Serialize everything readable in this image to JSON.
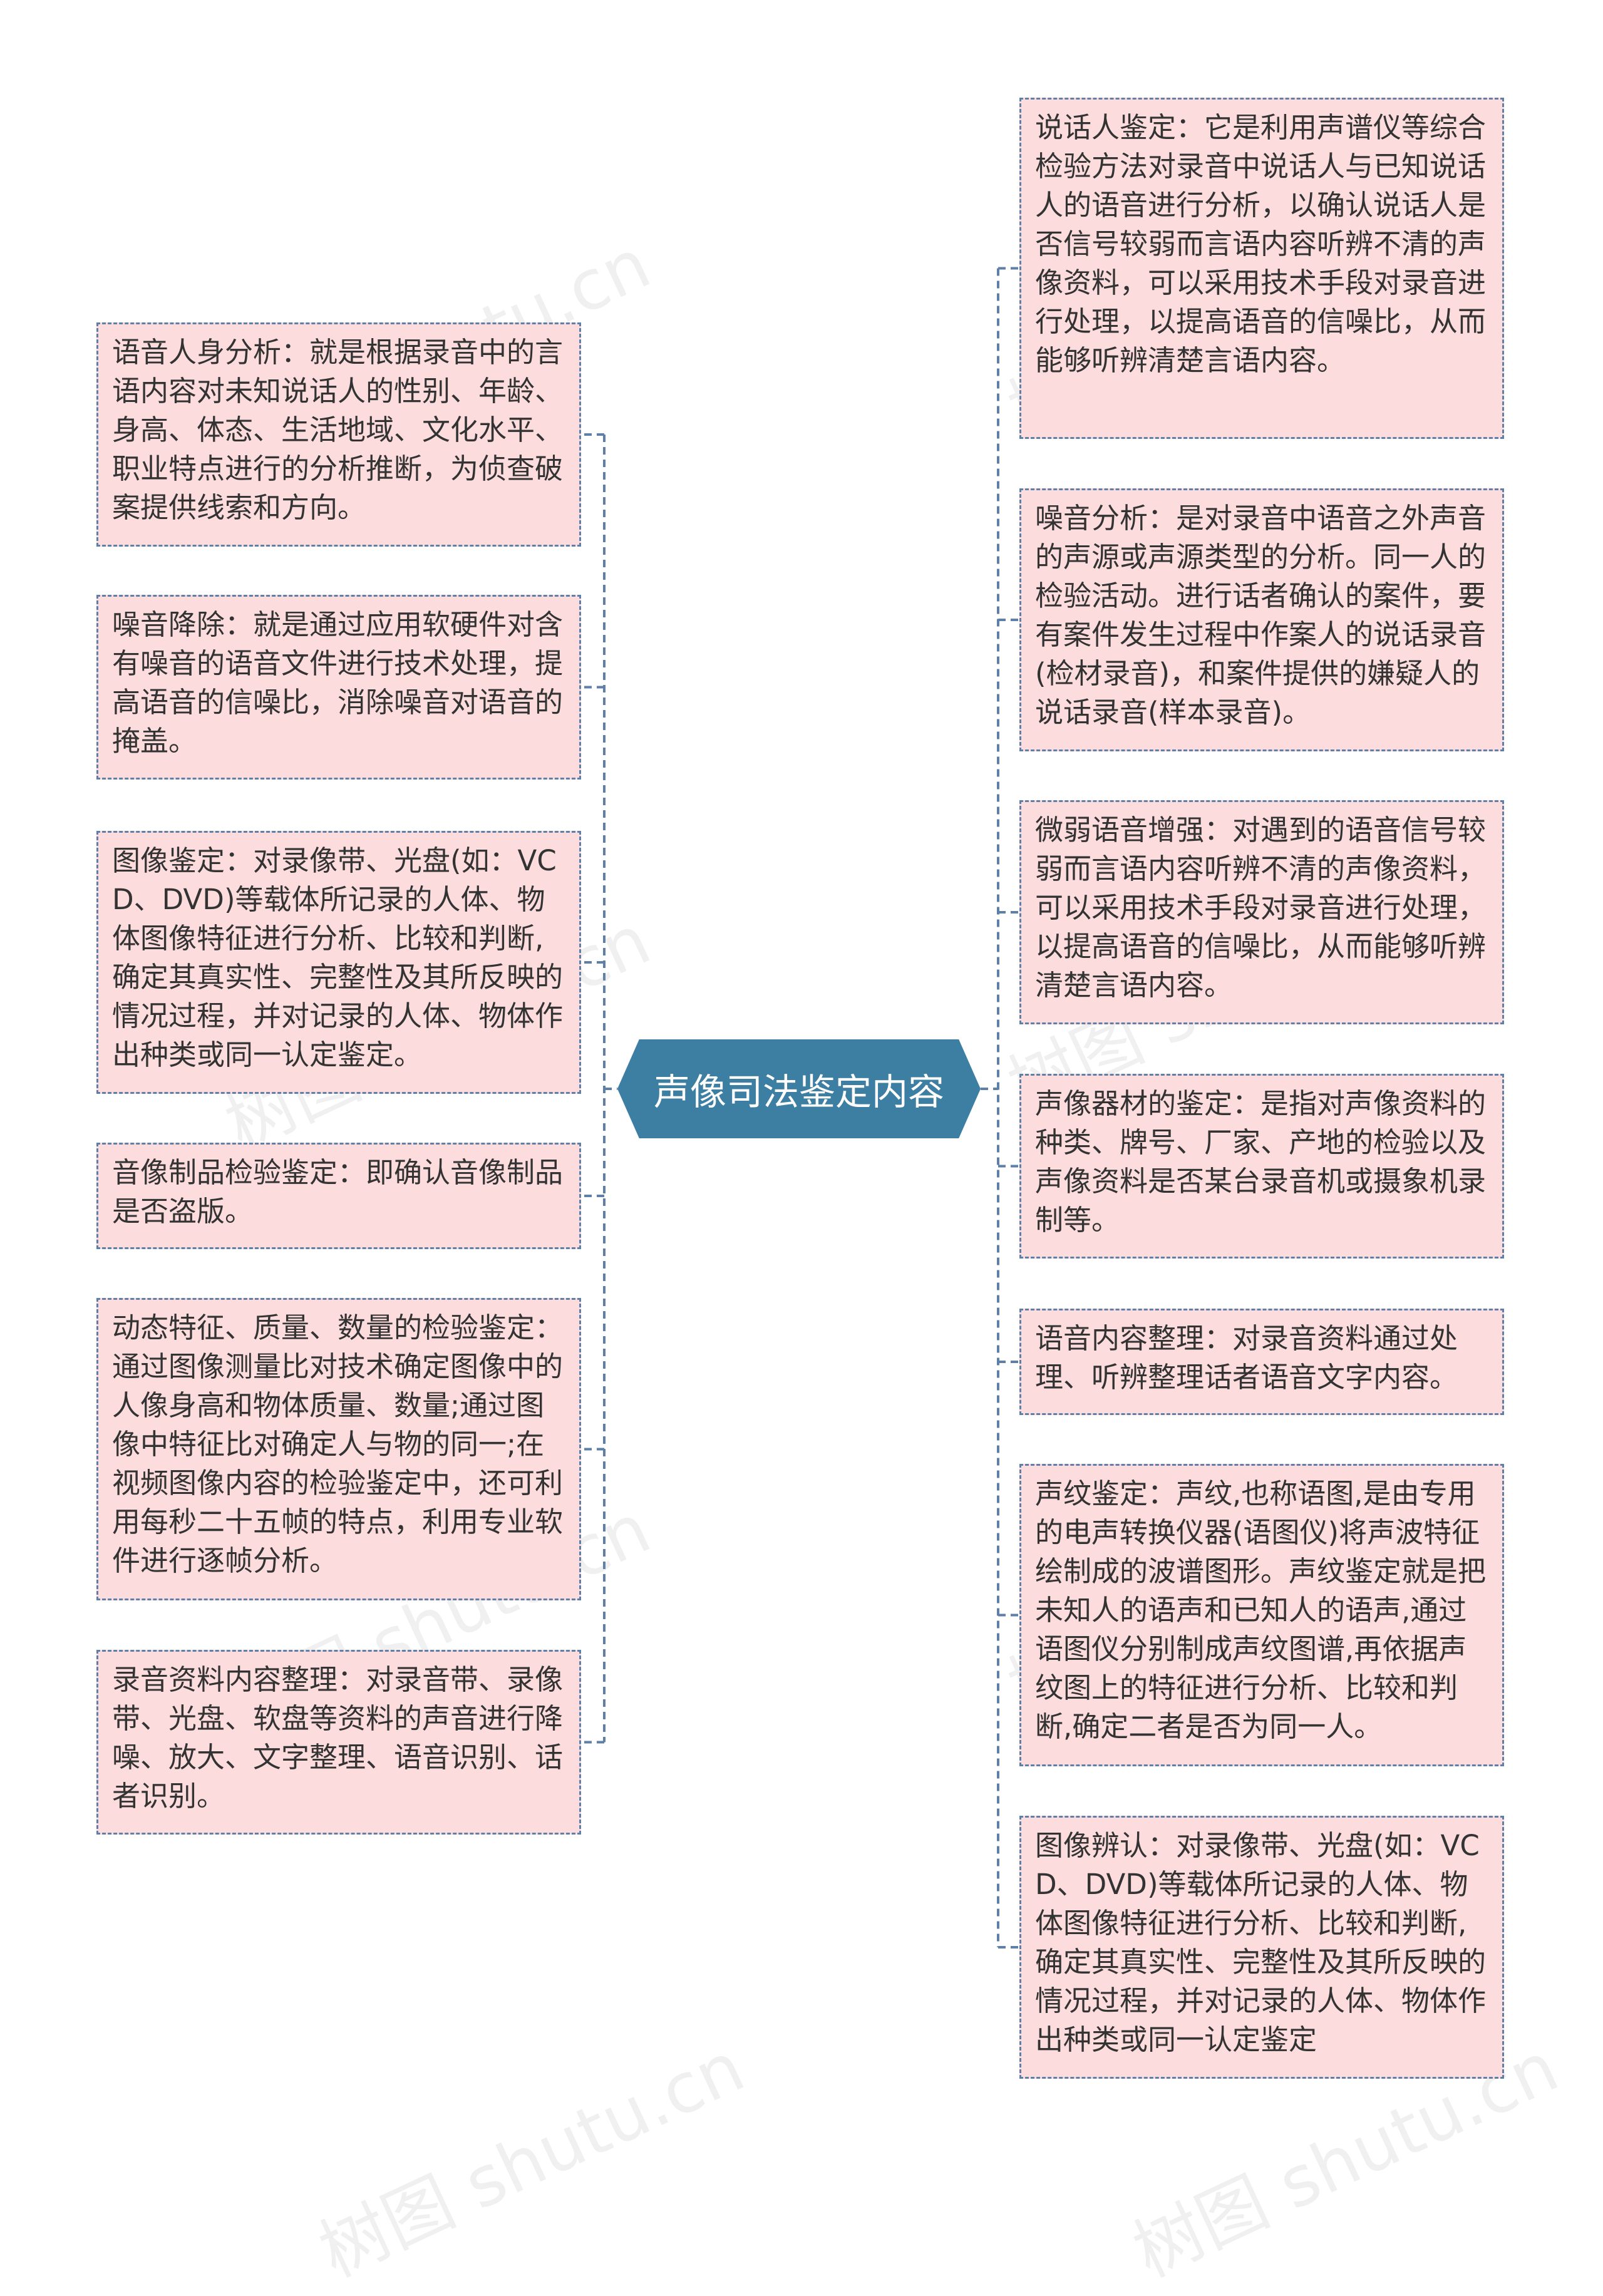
{
  "center": {
    "label": "声像司法鉴定内容"
  },
  "left": [
    "语音人身分析：就是根据录音中的言语内容对未知说话人的性别、年龄、身高、体态、生活地域、文化水平、职业特点进行的分析推断，为侦查破案提供线索和方向。",
    "噪音降除：就是通过应用软硬件对含有噪音的语音文件进行技术处理，提高语音的信噪比，消除噪音对语音的掩盖。",
    "图像鉴定：对录像带、光盘(如：VCD、DVD)等载体所记录的人体、物体图像特征进行分析、比较和判断,确定其真实性、完整性及其所反映的情况过程，并对记录的人体、物体作出种类或同一认定鉴定。",
    "音像制品检验鉴定：即确认音像制品是否盗版。",
    "动态特征、质量、数量的检验鉴定：通过图像测量比对技术确定图像中的人像身高和物体质量、数量;通过图像中特征比对确定人与物的同一;在视频图像内容的检验鉴定中，还可利用每秒二十五帧的特点，利用专业软件进行逐帧分析。",
    "录音资料内容整理：对录音带、录像带、光盘、软盘等资料的声音进行降噪、放大、文字整理、语音识别、话者识别。"
  ],
  "right": [
    "说话人鉴定：它是利用声谱仪等综合检验方法对录音中说话人与已知说话人的语音进行分析，以确认说话人是否信号较弱而言语内容听辨不清的声像资料，可以采用技术手段对录音进行处理，以提高语音的信噪比，从而能够听辨清楚言语内容。",
    "噪音分析：是对录音中语音之外声音的声源或声源类型的分析。同一人的检验活动。进行话者确认的案件，要有案件发生过程中作案人的说话录音(检材录音)，和案件提供的嫌疑人的说话录音(样本录音)。",
    "微弱语音增强：对遇到的语音信号较弱而言语内容听辨不清的声像资料，可以采用技术手段对录音进行处理，以提高语音的信噪比，从而能够听辨清楚言语内容。",
    "声像器材的鉴定：是指对声像资料的种类、牌号、厂家、产地的检验以及声像资料是否某台录音机或摄象机录制等。",
    "语音内容整理：对录音资料通过处理、听辨整理话者语音文字内容。",
    "声纹鉴定：声纹,也称语图,是由专用的电声转换仪器(语图仪)将声波特征绘制成的波谱图形。声纹鉴定就是把未知人的语声和已知人的语声,通过语图仪分别制成声纹图谱,再依据声纹图上的特征进行分析、比较和判断,确定二者是否为同一人。",
    "图像辨认：对录像带、光盘(如：VCD、DVD)等载体所记录的人体、物体图像特征进行分析、比较和判断,确定其真实性、完整性及其所反映的情况过程，并对记录的人体、物体作出种类或同一认定鉴定"
  ],
  "watermark": "树图 shutu.cn",
  "colors": {
    "node_fill": "#fcdcdc",
    "node_border": "#5d7fa8",
    "center_fill": "#3d7fa3",
    "connector": "#5d7fa8"
  }
}
